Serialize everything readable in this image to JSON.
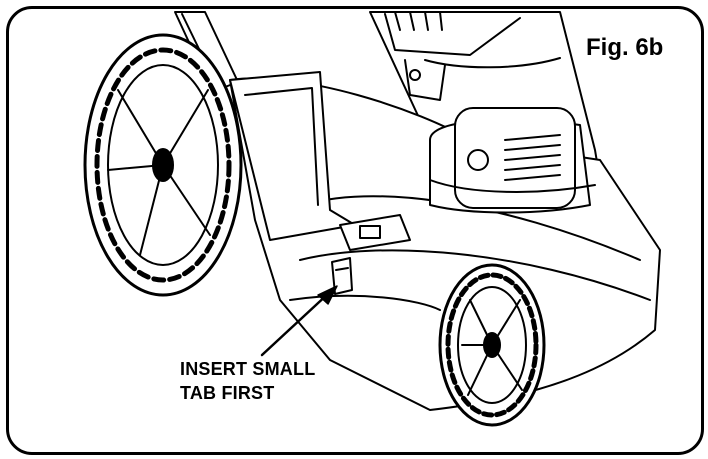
{
  "figure": {
    "label": "Fig. 6b"
  },
  "callout": {
    "line1": "INSERT SMALL",
    "line2": "TAB FIRST"
  },
  "colors": {
    "ink": "#000000",
    "paper": "#ffffff"
  }
}
